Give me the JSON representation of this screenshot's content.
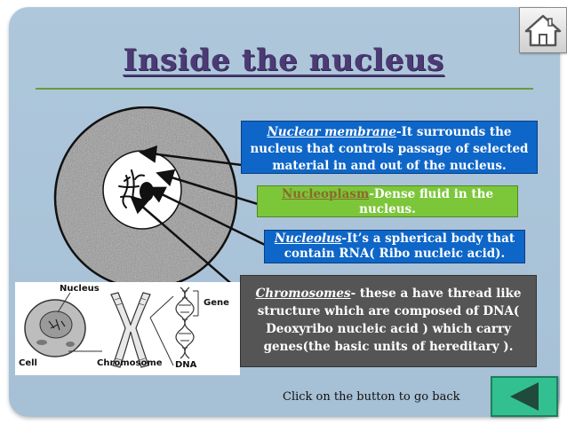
{
  "slide": {
    "title": "Inside the nucleus",
    "footer_text": "Click on the button to go back",
    "home_icon": "home-icon",
    "back_icon": "left-arrow-icon"
  },
  "callouts": {
    "membrane": {
      "term": "Nuclear membrane",
      "text": "-It surrounds the nucleus that controls passage of selected material in and out of the nucleus."
    },
    "nucleoplasm": {
      "term": "Nucleoplasm",
      "text": "-Dense fluid in the nucleus."
    },
    "nucleolus": {
      "term": "Nucleolus",
      "text": "-It’s a spherical body that contain RNA( Ribo nucleic acid)."
    },
    "chromosomes": {
      "term": "Chromosomes",
      "text": "- these a have thread like structure which are composed of DNA( Deoxyribo nucleic acid ) which carry genes(the basic units of hereditary )."
    }
  },
  "diagram": {
    "labels": {
      "nucleus": "Nucleus",
      "cell": "Cell",
      "chromosome": "Chromosome",
      "gene": "Gene",
      "dna": "DNA"
    }
  },
  "colors": {
    "title": "#4b3a73",
    "blue_box": "#0e66c8",
    "green_box": "#7cc63a",
    "gray_box": "#555555",
    "back_button": "#33c090"
  }
}
